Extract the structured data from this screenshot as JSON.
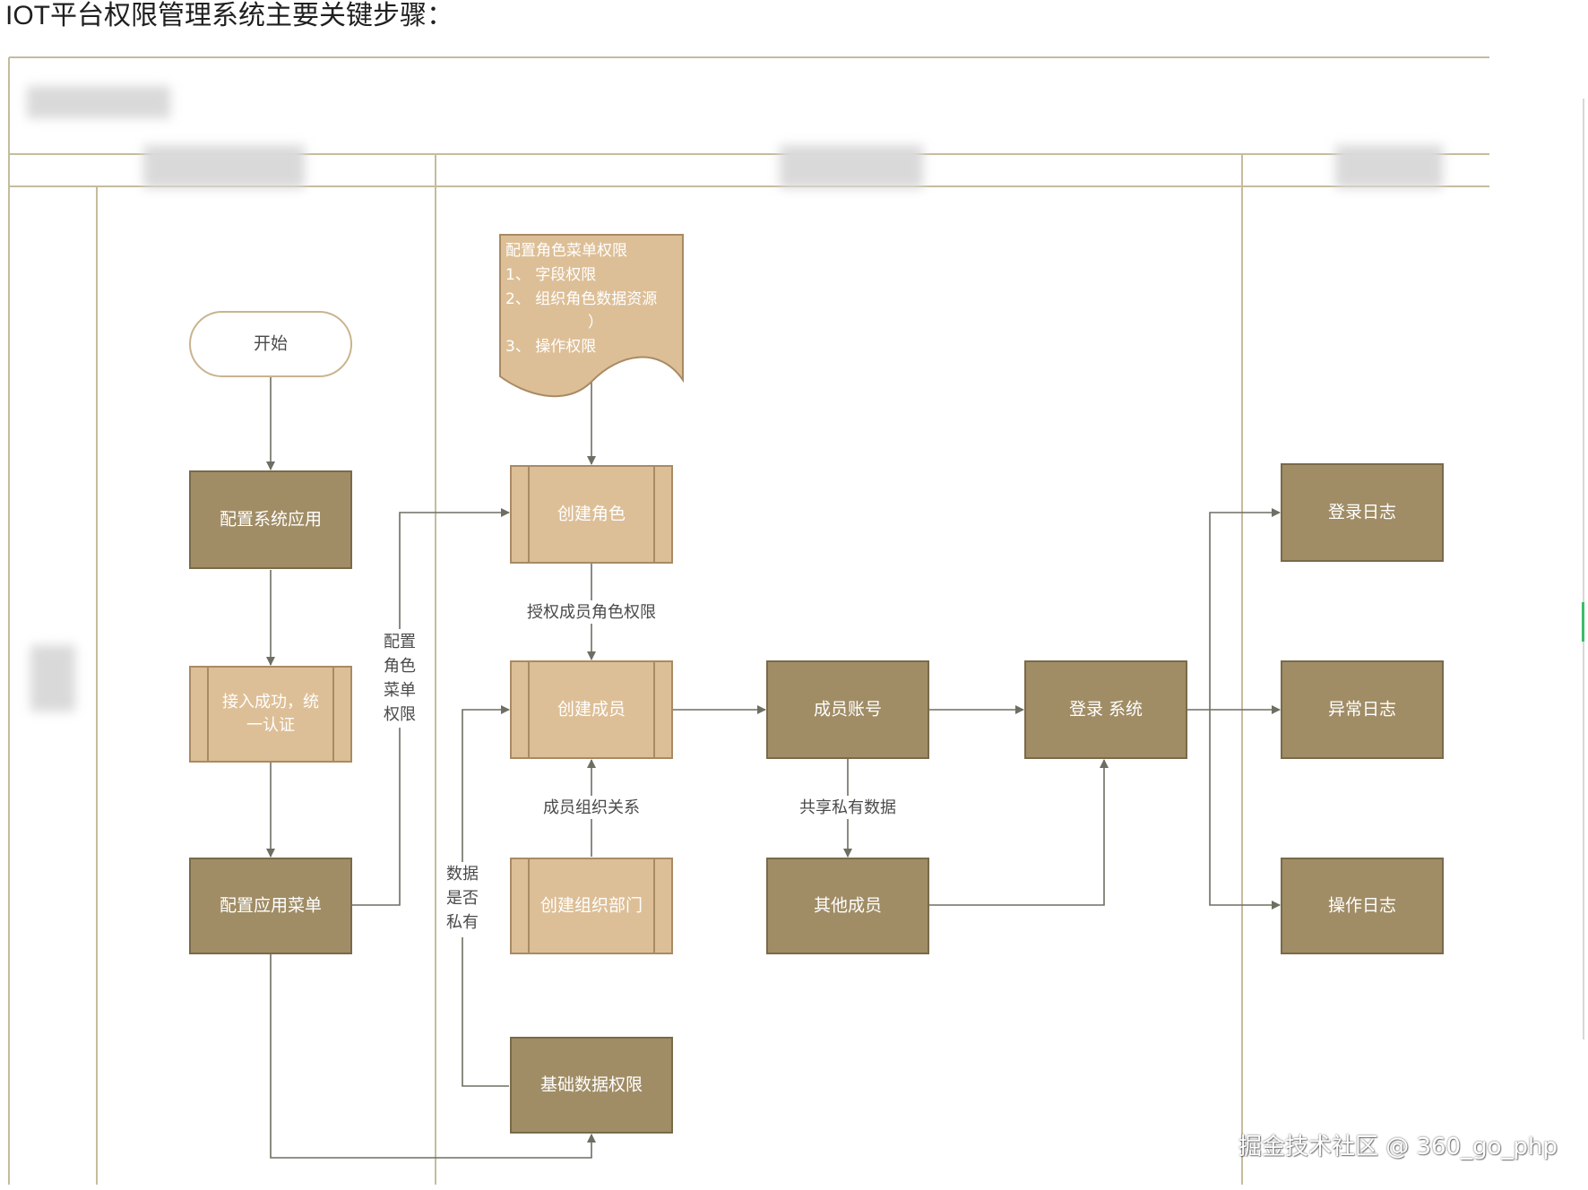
{
  "heading": "IOT平台权限管理系统主要关键步骤：",
  "watermark": "掘金技术社区 @ 360_go_php",
  "colors": {
    "frame": "#c5bc9e",
    "dark_fill": "#a08d66",
    "dark_stroke": "#7a6a4a",
    "light_fill": "#ddbf97",
    "light_stroke": "#a88a64",
    "arrow": "#6e6e62",
    "label_text": "#4a4a4a",
    "box_text": "#ffffff"
  },
  "nodes": {
    "start": "开始",
    "config_app": "配置系统应用",
    "sso": [
      "接入成功，统",
      "一认证"
    ],
    "config_menu": "配置应用菜单",
    "role_doc": [
      "配置角色菜单权限",
      "1、 字段权限",
      "2、 组织角色数据资源",
      "）",
      "3、 操作权限"
    ],
    "create_role": "创建角色",
    "create_member": "创建成员",
    "create_dept": "创建组织部门",
    "base_data": "基础数据权限",
    "member_account": "成员账号",
    "other_members": "其他成员",
    "login_system": "登录 系统",
    "login_log": "登录日志",
    "error_log": "异常日志",
    "op_log": "操作日志"
  },
  "edge_labels": {
    "authorize": "授权成员角色权限",
    "org_relation": "成员组织关系",
    "share_private": "共享私有数据",
    "config_role_menu": [
      "配置",
      "角色",
      "菜单",
      "权限"
    ],
    "data_private": [
      "数据",
      "是否",
      "私有"
    ]
  }
}
